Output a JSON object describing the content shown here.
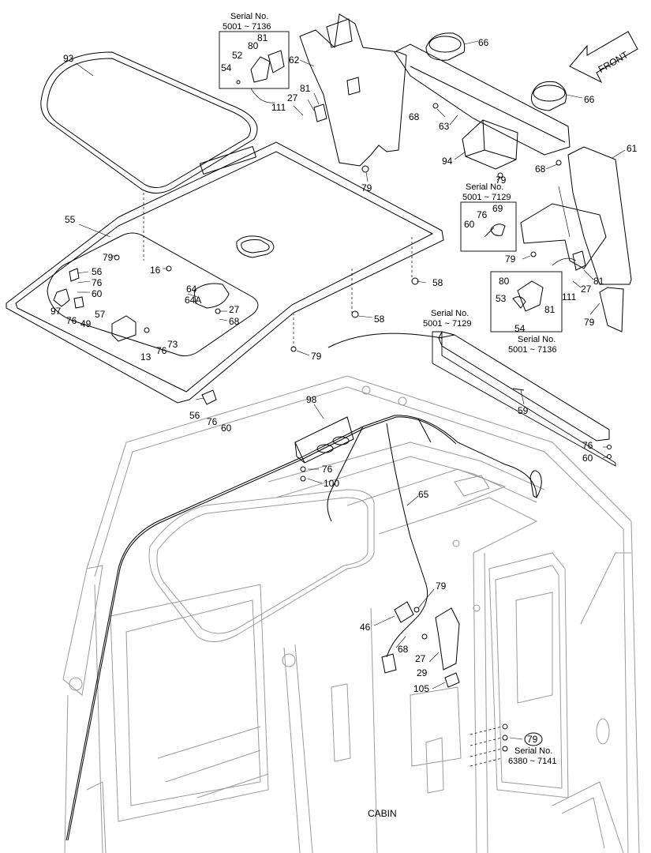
{
  "caption": "CABIN",
  "front_marker": "FRONT",
  "serial_notes": {
    "a_title": "Serial No.",
    "a_range": "5001 ~ 7136",
    "b_title": "Serial No.",
    "b_range": "5001 ~ 7129",
    "c_title": "Serial No.",
    "c_range": "5001 ~ 7136",
    "d_title": "Serial No.",
    "d_range": "5001 ~ 7129",
    "e_title": "Serial No.",
    "e_range": "6380 ~ 7141"
  },
  "callouts": {
    "n93": "93",
    "n55": "55",
    "n79a": "79",
    "n16": "16",
    "n56a": "56",
    "n76a": "76",
    "n60a": "60",
    "n97": "97",
    "n76b": "76",
    "n49": "49",
    "n57": "57",
    "n73": "73",
    "n76c": "76",
    "n13": "13",
    "n64": "64",
    "n64a": "64A",
    "n27a": "27",
    "n68a": "68",
    "n58a": "58",
    "n58b": "58",
    "n79b": "79",
    "n56b": "56",
    "n76d": "76",
    "n60b": "60",
    "n81a": "81",
    "n80a": "80",
    "n52": "52",
    "n54a": "54",
    "n62": "62",
    "n81b": "81",
    "n27b": "27",
    "n111a": "111",
    "n79c": "79",
    "n66a": "66",
    "n66b": "66",
    "n68b": "68",
    "n63": "63",
    "n94": "94",
    "n68c": "68",
    "n79d": "79",
    "n61": "61",
    "n69": "69",
    "n76e": "76",
    "n60c": "60",
    "n79e": "79",
    "n80b": "80",
    "n53": "53",
    "n81c": "81",
    "n54b": "54",
    "n27c": "27",
    "n111b": "111",
    "n81d": "81",
    "n79f": "79",
    "n59": "59",
    "n76f": "76",
    "n60d": "60",
    "n98": "98",
    "n76g": "76",
    "n100": "100",
    "n65": "65",
    "n79g": "79",
    "n46": "46",
    "n68d": "68",
    "n27d": "27",
    "n29": "29",
    "n105": "105",
    "n79h": "79"
  }
}
